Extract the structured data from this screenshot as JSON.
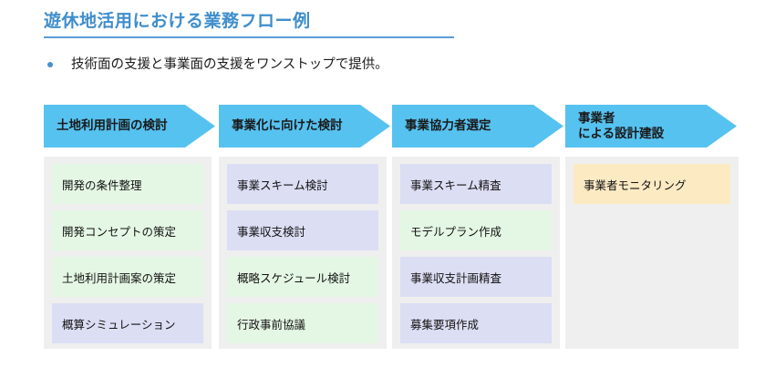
{
  "slide": {
    "title": "遊休地活用における業務フロー例",
    "bullet": "技術面の支援と事業面の支援をワンストップで提供。"
  },
  "colors": {
    "title": "#3f8ecc",
    "rule": "#5b9bd5",
    "arrow": "#56c2f0",
    "panel": "#efefef",
    "task_green": "#e4f7e4",
    "task_lavender": "#dcdef4",
    "task_cream": "#fceac3"
  },
  "flow": {
    "columns": [
      {
        "arrow_label": "土地利用計画の検討",
        "tasks": [
          {
            "label": "開発の条件整理",
            "tone": "green"
          },
          {
            "label": "開発コンセプトの策定",
            "tone": "green"
          },
          {
            "label": "土地利用計画案の策定",
            "tone": "green"
          },
          {
            "label": "概算シミュレーション",
            "tone": "lavender"
          }
        ]
      },
      {
        "arrow_label": "事業化に向けた検討",
        "tasks": [
          {
            "label": "事業スキーム検討",
            "tone": "lavender"
          },
          {
            "label": "事業収支検討",
            "tone": "lavender"
          },
          {
            "label": "概略スケジュール検討",
            "tone": "green"
          },
          {
            "label": "行政事前協議",
            "tone": "green"
          }
        ]
      },
      {
        "arrow_label": "事業協力者選定",
        "tasks": [
          {
            "label": "事業スキーム精査",
            "tone": "lavender"
          },
          {
            "label": "モデルプラン作成",
            "tone": "green"
          },
          {
            "label": "事業収支計画精査",
            "tone": "lavender"
          },
          {
            "label": "募集要項作成",
            "tone": "lavender"
          }
        ]
      },
      {
        "arrow_label": "事業者\nによる設計建設",
        "tasks": [
          {
            "label": "事業者モニタリング",
            "tone": "cream"
          }
        ]
      }
    ]
  }
}
